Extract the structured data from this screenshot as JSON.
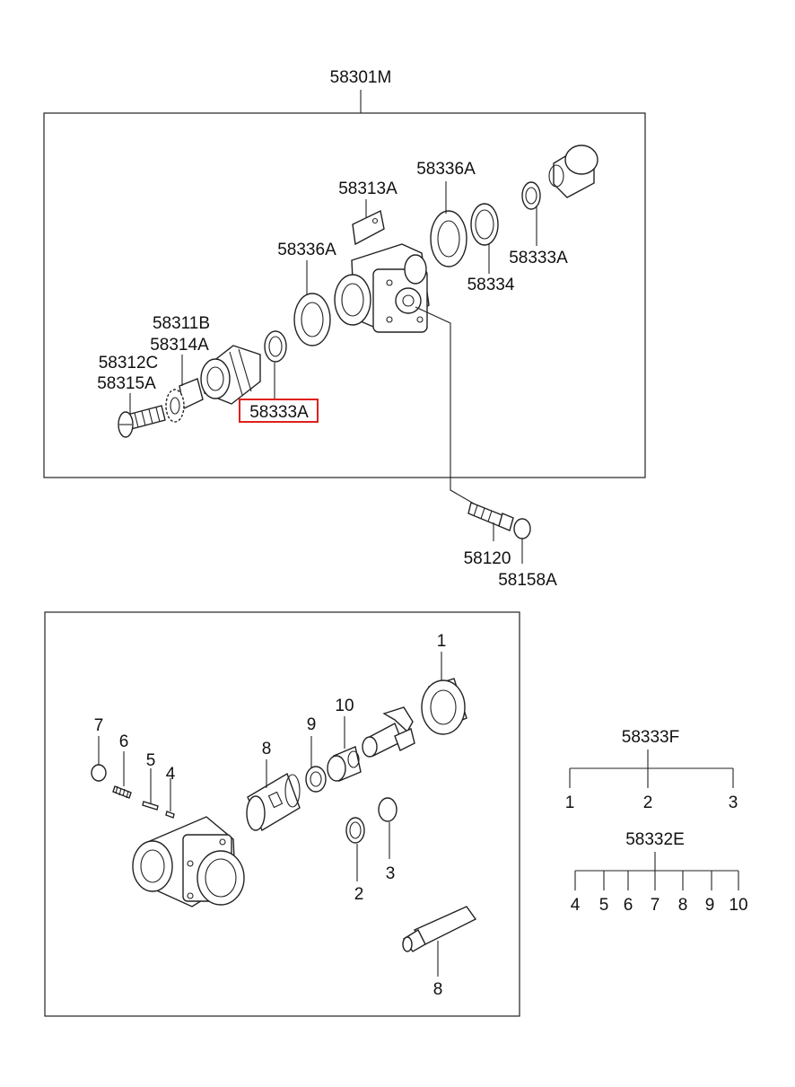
{
  "assembly": {
    "title": "58301M",
    "labels": {
      "l58313A": "58313A",
      "l58336A_top": "58336A",
      "l58336A_left": "58336A",
      "l58333A_right": "58333A",
      "l58334": "58334",
      "l58311B": "58311B",
      "l58314A": "58314A",
      "l58312C": "58312C",
      "l58315A": "58315A",
      "l58333A_selected": "58333A",
      "l58120": "58120",
      "l58158A": "58158A"
    },
    "selected_part": "58333A",
    "highlight_color": "#e0201b"
  },
  "kit_diagram": {
    "callouts": {
      "c1": "1",
      "c2": "2",
      "c3": "3",
      "c4": "4",
      "c5": "5",
      "c6": "6",
      "c7": "7",
      "c8a": "8",
      "c8b": "8",
      "c9": "9",
      "c10": "10"
    }
  },
  "kits": {
    "kit1": {
      "code": "58333F",
      "items": [
        "1",
        "2",
        "3"
      ]
    },
    "kit2": {
      "code": "58332E",
      "items": [
        "4",
        "5",
        "6",
        "7",
        "8",
        "9",
        "10"
      ]
    }
  }
}
